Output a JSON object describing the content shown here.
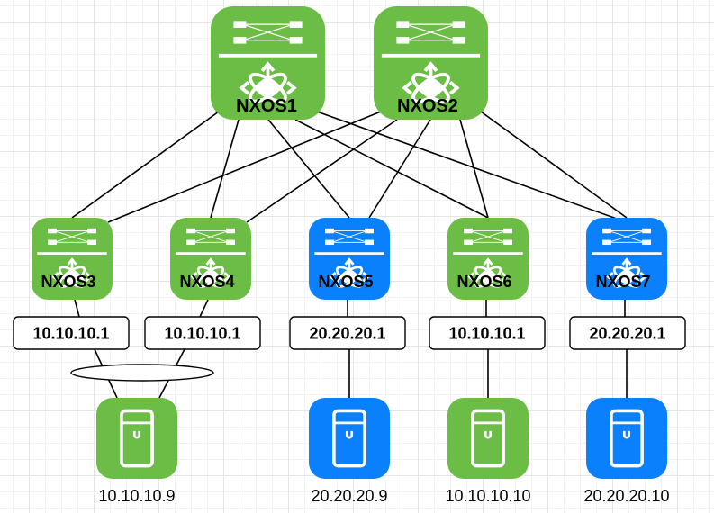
{
  "colors": {
    "green": "#6cbd45",
    "blue": "#0a80fc",
    "link": "#000000",
    "icon": "#ffffff",
    "box_border": "#000000"
  },
  "switches": [
    {
      "id": "NXOS1",
      "label": "NXOS1",
      "color": "green",
      "tier": "spine"
    },
    {
      "id": "NXOS2",
      "label": "NXOS2",
      "color": "green",
      "tier": "spine"
    },
    {
      "id": "NXOS3",
      "label": "NXOS3",
      "color": "green",
      "tier": "leaf"
    },
    {
      "id": "NXOS4",
      "label": "NXOS4",
      "color": "green",
      "tier": "leaf"
    },
    {
      "id": "NXOS5",
      "label": "NXOS5",
      "color": "blue",
      "tier": "leaf"
    },
    {
      "id": "NXOS6",
      "label": "NXOS6",
      "color": "green",
      "tier": "leaf"
    },
    {
      "id": "NXOS7",
      "label": "NXOS7",
      "color": "blue",
      "tier": "leaf"
    }
  ],
  "gateways": [
    {
      "switch": "NXOS3",
      "ip": "10.10.10.1"
    },
    {
      "switch": "NXOS4",
      "ip": "10.10.10.1"
    },
    {
      "switch": "NXOS5",
      "ip": "20.20.20.1"
    },
    {
      "switch": "NXOS6",
      "ip": "10.10.10.1"
    },
    {
      "switch": "NXOS7",
      "ip": "20.20.20.1"
    }
  ],
  "hosts": [
    {
      "label": "10.10.10.9",
      "color": "green",
      "attached_to": [
        "NXOS3",
        "NXOS4"
      ],
      "port_channel": true
    },
    {
      "label": "20.20.20.9",
      "color": "blue",
      "attached_to": [
        "NXOS5"
      ]
    },
    {
      "label": "10.10.10.10",
      "color": "green",
      "attached_to": [
        "NXOS6"
      ]
    },
    {
      "label": "20.20.20.10",
      "color": "blue",
      "attached_to": [
        "NXOS7"
      ]
    }
  ],
  "links": [
    [
      "NXOS1",
      "NXOS3"
    ],
    [
      "NXOS1",
      "NXOS4"
    ],
    [
      "NXOS1",
      "NXOS5"
    ],
    [
      "NXOS1",
      "NXOS6"
    ],
    [
      "NXOS1",
      "NXOS7"
    ],
    [
      "NXOS2",
      "NXOS3"
    ],
    [
      "NXOS2",
      "NXOS4"
    ],
    [
      "NXOS2",
      "NXOS5"
    ],
    [
      "NXOS2",
      "NXOS6"
    ],
    [
      "NXOS2",
      "NXOS7"
    ]
  ],
  "icons": {
    "switch": "nexus-switch-icon",
    "server": "server-icon"
  }
}
